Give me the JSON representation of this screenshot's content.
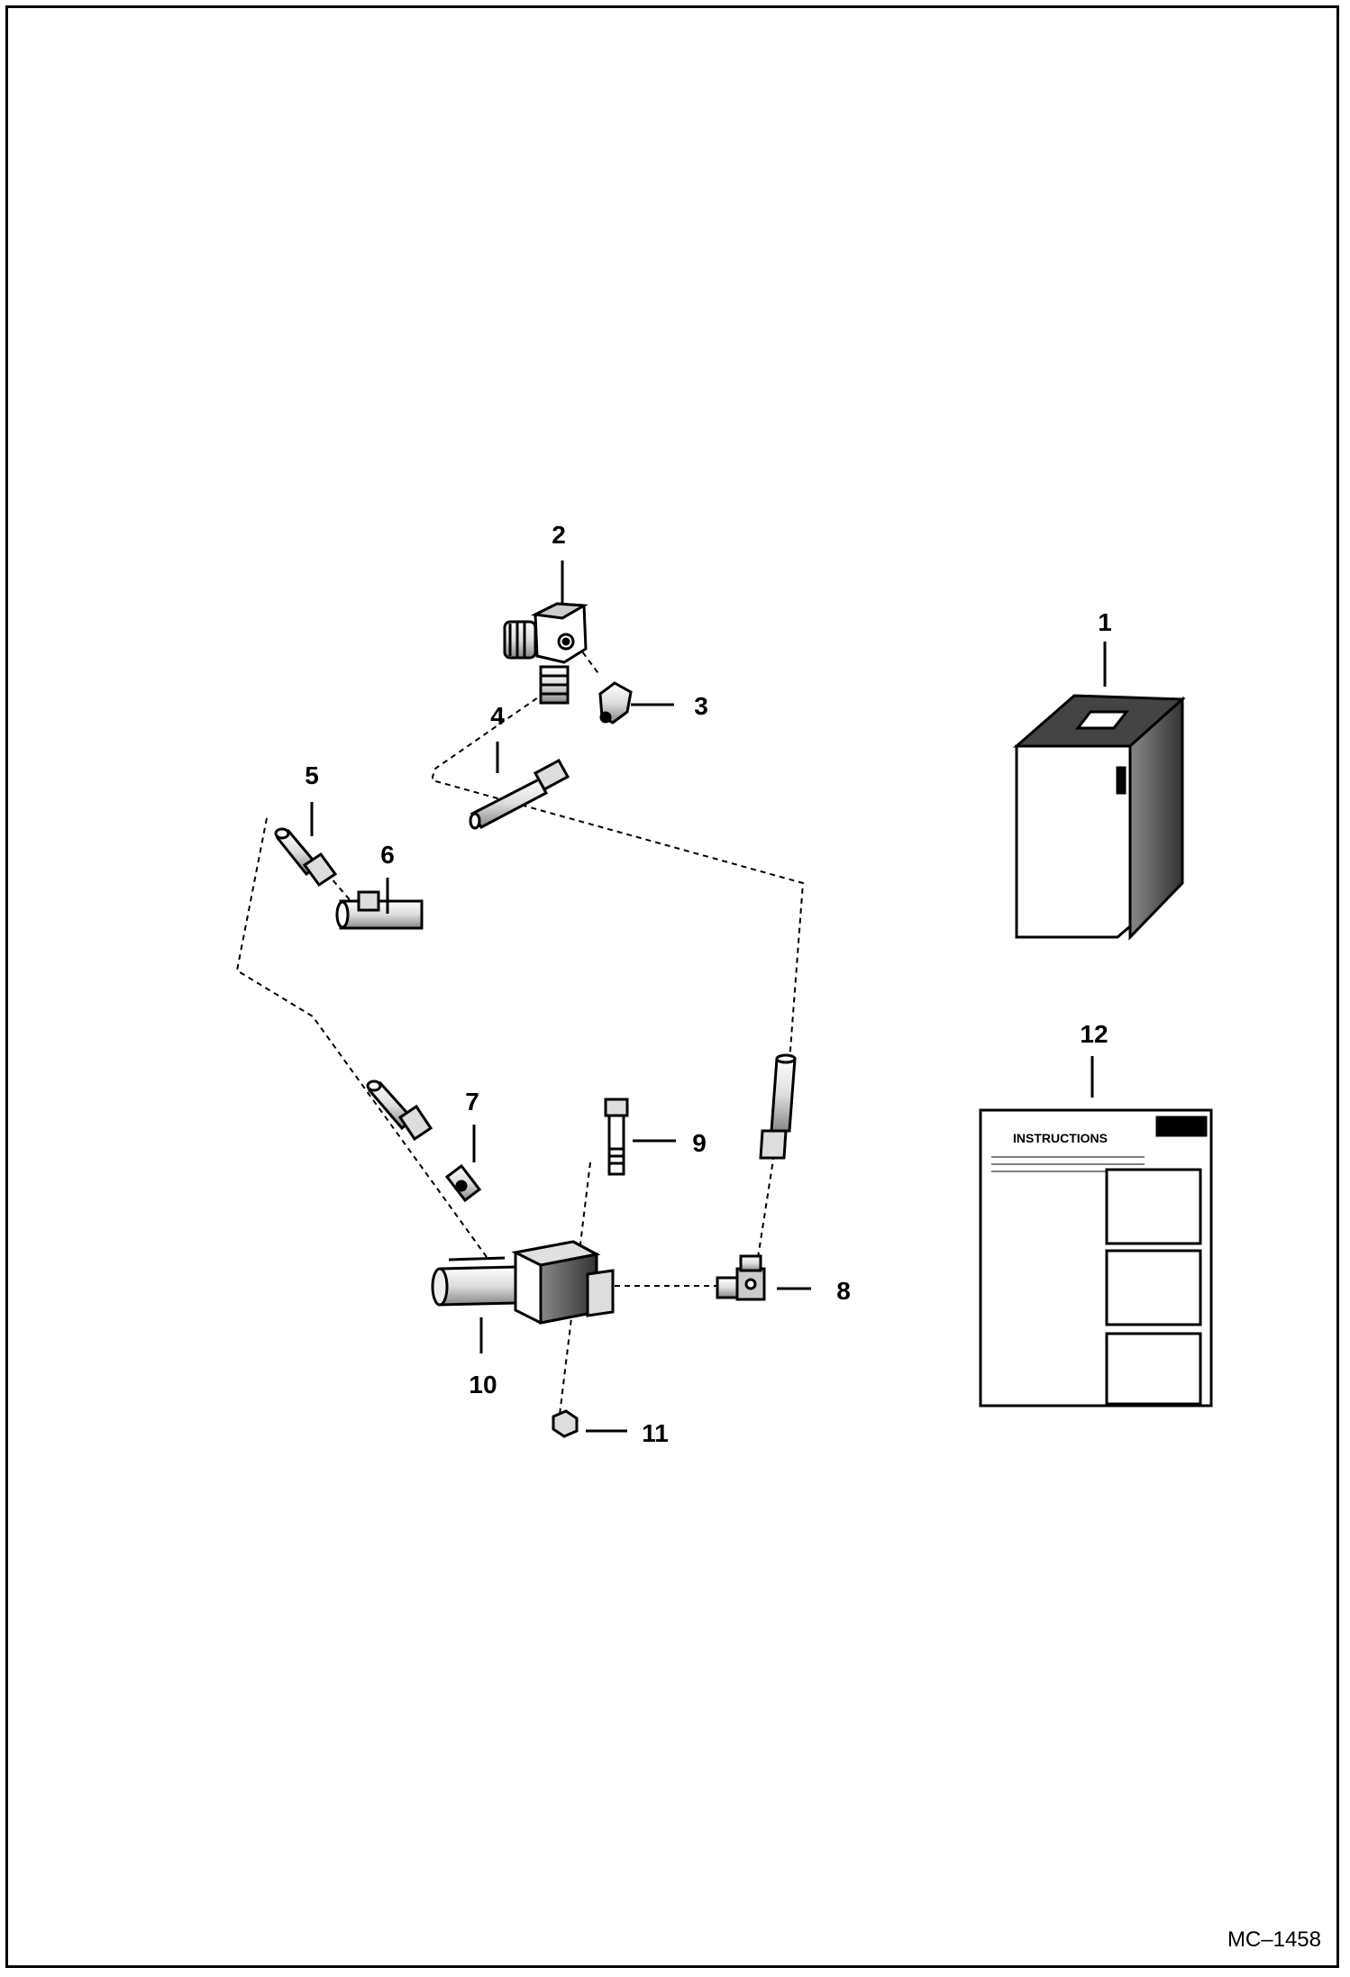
{
  "figure_code": "MC–1458",
  "callouts": [
    {
      "id": "1",
      "label": "1"
    },
    {
      "id": "2",
      "label": "2"
    },
    {
      "id": "3",
      "label": "3"
    },
    {
      "id": "4",
      "label": "4"
    },
    {
      "id": "5",
      "label": "5"
    },
    {
      "id": "6",
      "label": "6"
    },
    {
      "id": "7",
      "label": "7"
    },
    {
      "id": "8",
      "label": "8"
    },
    {
      "id": "9",
      "label": "9"
    },
    {
      "id": "10",
      "label": "10"
    },
    {
      "id": "11",
      "label": "11"
    },
    {
      "id": "12",
      "label": "12"
    }
  ],
  "instruction_sheet": {
    "heading": "INSTRUCTIONS"
  }
}
